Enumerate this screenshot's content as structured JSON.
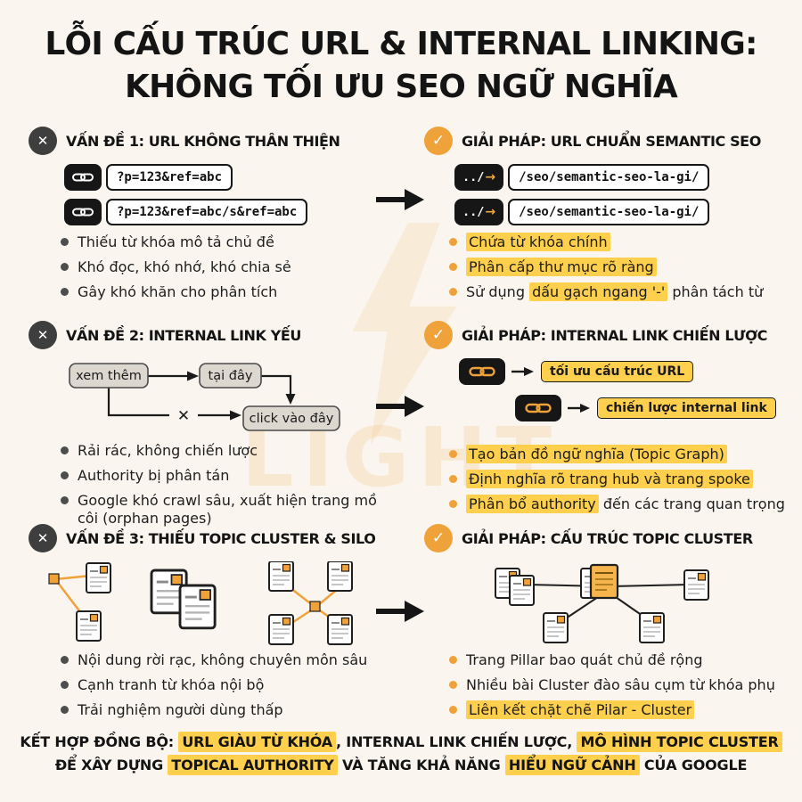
{
  "title": {
    "line1": "LỖI CẤU TRÚC URL & INTERNAL LINKING:",
    "line2": "KHÔNG TỐI ƯU SEO NGỮ NGHĨA"
  },
  "watermark": {
    "text": "LIGHT"
  },
  "icons": {
    "cross": "✕",
    "check": "✓",
    "broken_link": "✕"
  },
  "colors": {
    "background": "#FAF6EF",
    "accent_orange": "#F0A23A",
    "highlight_yellow": "#FFD04D",
    "dark": "#161616"
  },
  "problem1": {
    "heading": "VẤN ĐỀ 1: URL KHÔNG THÂN THIỆN",
    "url1": "?p=123&ref=abc",
    "url2": "?p=123&ref=abc/s&ref=abc",
    "bullets": [
      "Thiếu từ khóa mô tả chủ đề",
      "Khó đọc, khó nhớ, khó chia sẻ",
      "Gây khó khăn cho phân tích"
    ]
  },
  "solution1": {
    "heading": "GIẢI PHÁP: URL CHUẨN SEMANTIC SEO",
    "chip_prefix": "../",
    "chip_arrow": "→",
    "url1": "/seo/semantic-seo-la-gi/",
    "url2": "/seo/semantic-seo-la-gi/",
    "bullets": [
      [
        {
          "t": "Chứa từ khóa chính",
          "h": true
        }
      ],
      [
        {
          "t": "Phân cấp thư mục rõ ràng",
          "h": true
        }
      ],
      [
        {
          "t": "Sử dụng ",
          "h": false
        },
        {
          "t": "dấu gạch ngang '-'",
          "h": true
        },
        {
          "t": " phân tách từ",
          "h": false
        }
      ]
    ]
  },
  "problem2": {
    "heading": "VẤN ĐỀ 2: INTERNAL LINK YẾU",
    "node1": "xem thêm",
    "node2": "tại đây",
    "node3": "click vào đây",
    "bullets": [
      "Rải rác, không chiến lược",
      "Authority bị phân tán",
      "Google khó crawl sâu, xuất hiện trang mồ côi (orphan pages)"
    ]
  },
  "solution2": {
    "heading": "GIẢI PHÁP: INTERNAL LINK CHIẾN LƯỢC",
    "label1": "tối ưu cấu trúc URL",
    "label2": "chiến lược internal link",
    "bullets": [
      [
        {
          "t": "Tạo bản đồ ngữ nghĩa (Topic Graph)",
          "h": true
        }
      ],
      [
        {
          "t": "Định nghĩa rõ trang hub và trang spoke",
          "h": true
        }
      ],
      [
        {
          "t": "Phân bổ authority",
          "h": true
        },
        {
          "t": " đến các trang quan trọng",
          "h": false
        }
      ]
    ]
  },
  "problem3": {
    "heading": "VẤN ĐỀ 3: THIẾU TOPIC CLUSTER & SILO",
    "bullets": [
      "Nội dung rời rạc, không chuyên môn sâu",
      "Cạnh tranh từ khóa nội bộ",
      "Trải nghiệm người dùng thấp"
    ]
  },
  "solution3": {
    "heading": "GIẢI PHÁP: CẤU TRÚC TOPIC CLUSTER",
    "bullets": [
      [
        {
          "t": "Trang Pillar bao quát chủ đề rộng",
          "h": false
        }
      ],
      [
        {
          "t": "Nhiều bài Cluster đào sâu cụm từ khóa phụ",
          "h": false
        }
      ],
      [
        {
          "t": "Liên kết chặt chẽ Pilar - Cluster",
          "h": true
        }
      ]
    ]
  },
  "footer": {
    "segments": [
      {
        "t": "KẾT HỢP ĐỒNG BỘ: ",
        "h": false
      },
      {
        "t": "URL GIÀU TỪ KHÓA",
        "h": true
      },
      {
        "t": ", INTERNAL LINK CHIẾN LƯỢC, ",
        "h": false
      },
      {
        "t": "MÔ HÌNH TOPIC CLUSTER",
        "h": true
      },
      {
        "t": " ĐỂ XÂY DỰNG ",
        "h": false
      },
      {
        "t": "TOPICAL AUTHORITY",
        "h": true
      },
      {
        "t": " VÀ TĂNG KHẢ NĂNG ",
        "h": false
      },
      {
        "t": "HIỂU NGỮ CẢNH",
        "h": true
      },
      {
        "t": " CỦA GOOGLE",
        "h": false
      }
    ]
  }
}
